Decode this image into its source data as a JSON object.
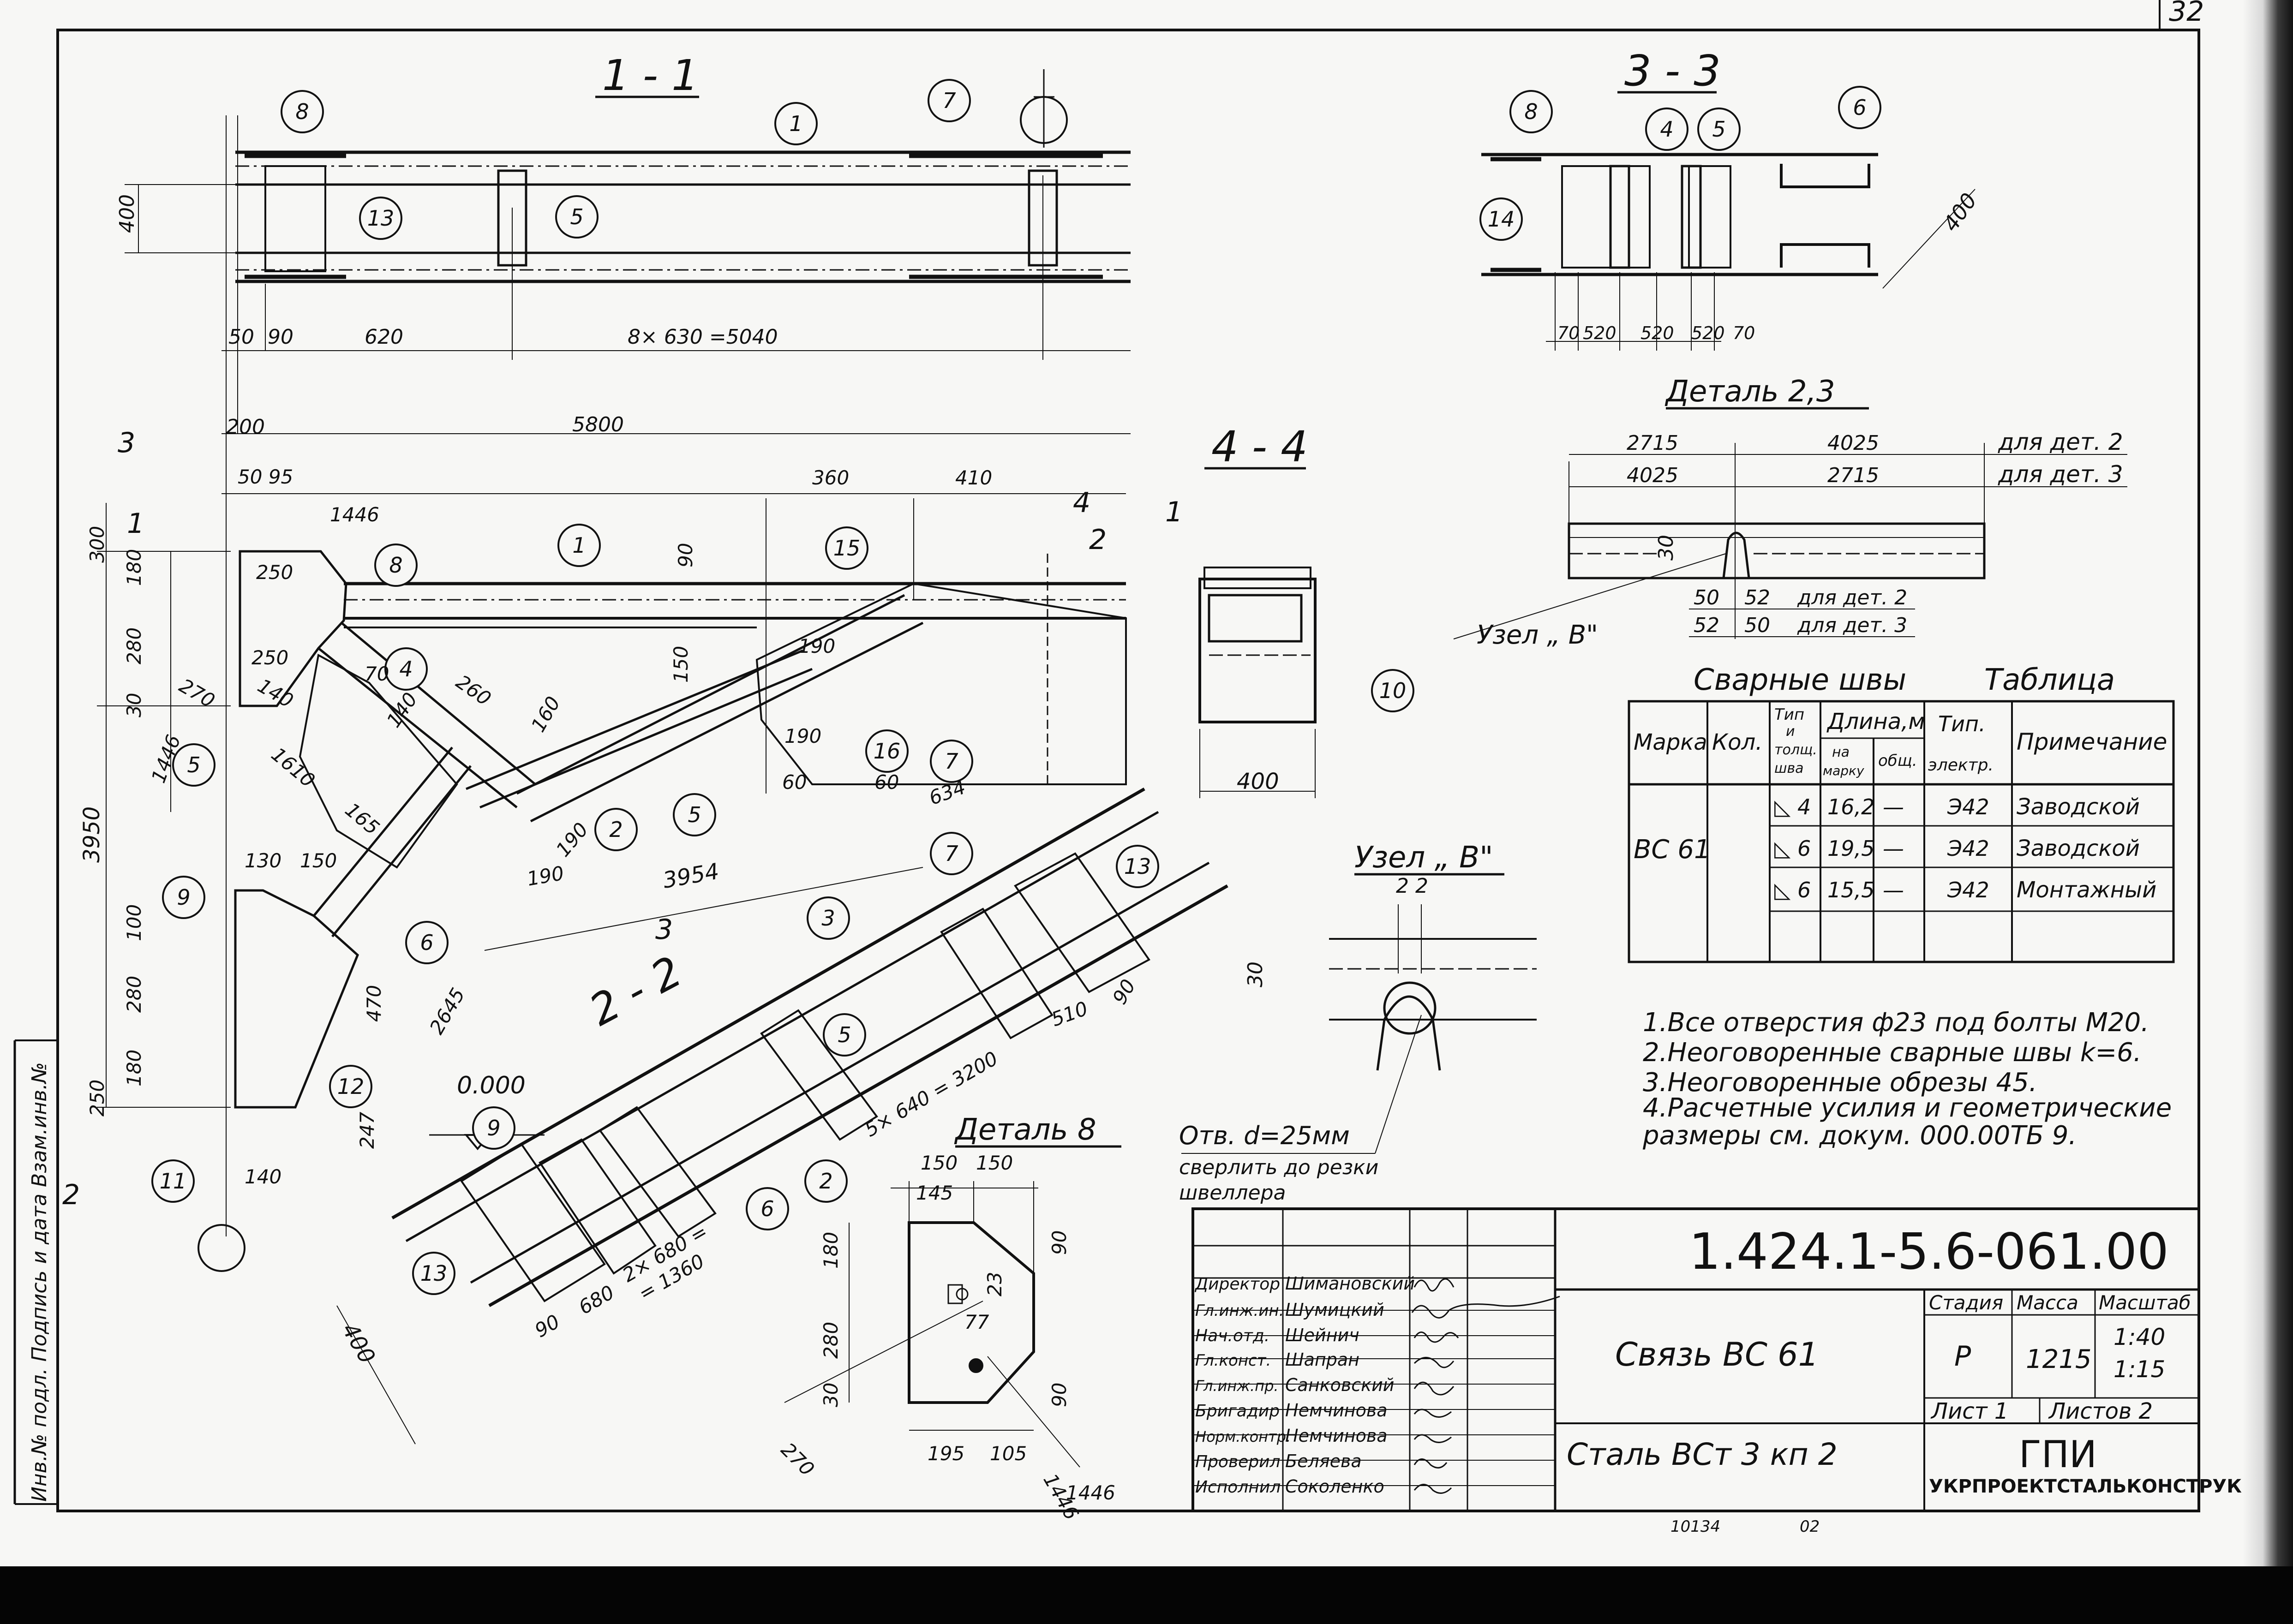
{
  "sections": {
    "s11": "1 - 1",
    "s22": "2 - 2",
    "s33": "3 - 3",
    "s44": "4 - 4",
    "detail23": "Деталь 2,3",
    "detail8": "Деталь 8",
    "node_b": "Узел „ В\"",
    "node_b_ref": "Узел „ В\""
  },
  "cut_marks": {
    "c1": "1",
    "c2": "2",
    "c3": "3",
    "c4": "4"
  },
  "dims_11": {
    "d400": "400",
    "d50": "50",
    "d90": "90",
    "d620": "620",
    "d8630": "8× 630 =5040",
    "d5800": "5800",
    "d200": "200"
  },
  "dims_33": {
    "d70a": "70",
    "d520a": "520",
    "d520b": "520",
    "d520c": "520",
    "d70b": "70",
    "d400": "400"
  },
  "dims_main": {
    "d5095": "50 95",
    "d1446": "1446",
    "d360": "360",
    "d410": "410",
    "d300": "300",
    "d180": "180",
    "d280": "280",
    "d30": "30",
    "d3950": "3950",
    "d1446v": "1446",
    "d250a": "250",
    "d250b": "250",
    "d270": "270",
    "d140": "140",
    "d1610": "1610",
    "d70": "70",
    "d260": "260",
    "d160": "160",
    "d140b": "140",
    "d165": "165",
    "d190": "190",
    "d190b": "190",
    "d190c": "190",
    "d190d": "190",
    "d60a": "60",
    "d60b": "60",
    "d634": "634",
    "d3954": "3954",
    "d130": "130",
    "d150": "150",
    "d100": "100",
    "d280b": "280",
    "d180b": "180",
    "d250c": "250",
    "d140c": "140",
    "d470": "470",
    "d2645": "2645",
    "d247": "247",
    "d000": "0.000",
    "d90r": "90",
    "d150v": "150"
  },
  "dims_22": {
    "d510": "510",
    "d90": "90",
    "d5840": "5× 640 = 3200",
    "d2680": "2× 680 =",
    "d1360": "= 1360",
    "d680": "680",
    "d90b": "90",
    "d400": "400"
  },
  "dims_44": {
    "d400": "400"
  },
  "detail23_dims": {
    "d2715a": "2715",
    "d4025a": "4025",
    "d4025b": "4025",
    "d2715b": "2715",
    "d30": "30",
    "d50a": "50",
    "d52a": "52",
    "d52b": "52",
    "d50b": "50"
  },
  "detail23_labels": {
    "for2": "для дет. 2",
    "for3": "для дет. 3",
    "for2b": "для дет. 2",
    "for3b": "для дет. 3"
  },
  "detail8_dims": {
    "d150a": "150",
    "d150b": "150",
    "d145": "145",
    "d90a": "90",
    "d180": "180",
    "d23": "23",
    "d77": "77",
    "d280": "280",
    "d30": "30",
    "d90b": "90",
    "d270": "270",
    "d195": "195",
    "d105": "105",
    "d1446": "1446",
    "d1446b": "1446"
  },
  "nodeb": {
    "d22": "2 2",
    "d30": "30",
    "hole": "Отв. d=25мм",
    "drill1": "сверлить до резки",
    "drill2": "швеллера"
  },
  "callouts": [
    "1",
    "2",
    "3",
    "4",
    "5",
    "6",
    "7",
    "8",
    "9",
    "10",
    "11",
    "12",
    "13",
    "14",
    "15",
    "16"
  ],
  "welds_table": {
    "title": "Сварные швы",
    "table_word": "Таблица",
    "headers": {
      "mark": "Марка",
      "qty": "Кол.",
      "type1": "Тип",
      "type2": "и",
      "type3": "толщ.",
      "type4": "шва",
      "length": "Длина,м",
      "per_mark1": "на",
      "per_mark2": "марку",
      "total": "общ.",
      "electrode1": "Тип.",
      "electrode2": "электр.",
      "note": "Примечание"
    },
    "mark_value": "ВС 61",
    "rows": [
      {
        "type": "◺ 4",
        "per_mark": "16,2",
        "total": "—",
        "electrode": "Э42",
        "note": "Заводской"
      },
      {
        "type": "◺ 6",
        "per_mark": "19,5",
        "total": "—",
        "electrode": "Э42",
        "note": "Заводской"
      },
      {
        "type": "◺ 6",
        "per_mark": "15,5",
        "total": "—",
        "electrode": "Э42",
        "note": "Монтажный"
      }
    ]
  },
  "notes": [
    "1.Все отверстия ф23 под болты М20.",
    "2.Неоговоренные сварные швы  k=6.",
    "3.Неоговоренные обрезы  45.",
    "4.Расчетные усилия и геометрические",
    "   размеры  см. докум. 000.00ТБ 9."
  ],
  "title_block": {
    "code": "1.424.1-5.6-061.00",
    "name": "Связь ВС 61",
    "material": "Сталь ВСт 3 кп 2",
    "stage_label": "Стадия",
    "mass_label": "Масса",
    "scale_label": "Масштаб",
    "stage": "Р",
    "mass": "1215",
    "scale1": "1:40",
    "scale2": "1:15",
    "sheet_label": "Лист 1",
    "sheets_label": "Листов 2",
    "org1": "ГПИ",
    "org2": "УКРПРОЕКТСТАЛЬКОНСТРУКЦИЯ",
    "roles": [
      {
        "role": "Директор",
        "name": "Шимановский"
      },
      {
        "role": "Гл.инж.ин.",
        "name": "Шумицкий"
      },
      {
        "role": "Нач.отд.",
        "name": "Шейнич"
      },
      {
        "role": "Гл.конст.",
        "name": "Шапран"
      },
      {
        "role": "Гл.инж.пр.",
        "name": "Санковский"
      },
      {
        "role": "Бригадир",
        "name": "Немчинова"
      },
      {
        "role": "Норм.контр.",
        "name": "Немчинова"
      },
      {
        "role": "Проверил",
        "name": "Беляева"
      },
      {
        "role": "Исполнил",
        "name": "Соколенко"
      }
    ]
  },
  "margin_text": "Инв.№ подл. Подпись и дата Взам.инв.№",
  "corner_text": "32",
  "bottom_ref": {
    "a": "10134",
    "b": "02"
  }
}
